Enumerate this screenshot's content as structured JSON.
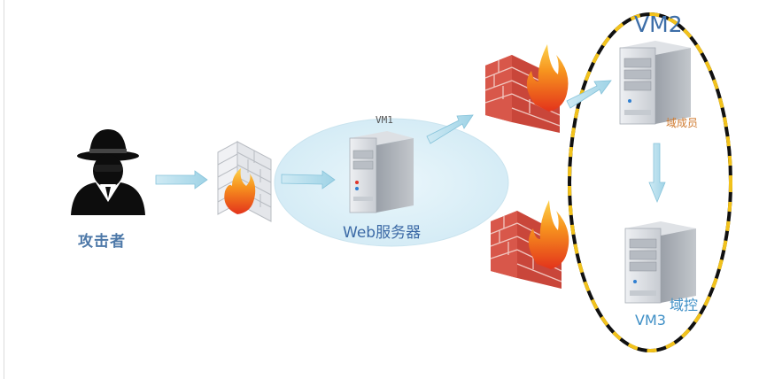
{
  "labels": {
    "attacker": "攻击者",
    "web_server": "Web服务器",
    "vm1": "VM1",
    "vm2": "VM2",
    "domain_member": "域成员",
    "domain_controller": "域控",
    "vm3": "VM3"
  },
  "colors": {
    "arrow": "#a9d8ea",
    "arrow_stroke": "#7fbfd6",
    "brick": "#c9463a",
    "flame": "#f28a1f",
    "vm1_halo": "#dbeef6",
    "ring_dash_yellow": "#f2c21b",
    "ring_dash_black": "#111111"
  },
  "icons": [
    "hacker-icon",
    "gray-firewall-icon",
    "server-icon",
    "red-firewall-icon",
    "flame-icon"
  ]
}
